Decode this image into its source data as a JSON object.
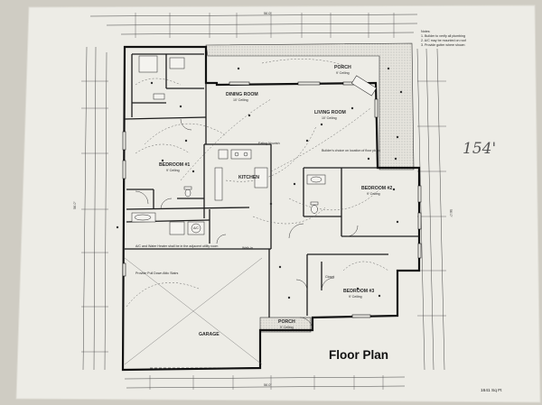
{
  "plan": {
    "title": "Floor Plan",
    "area": "1641 Sq Ft",
    "handwritten_note": "154'",
    "rooms": {
      "porch_top": {
        "name": "PORCH",
        "sub": "9' Ceiling"
      },
      "dining": {
        "name": "DINING ROOM",
        "sub": "10' Ceiling"
      },
      "living": {
        "name": "LIVING ROOM",
        "sub": "10' Ceiling"
      },
      "bedroom1": {
        "name": "BEDROOM #1",
        "sub": "9' Ceiling"
      },
      "kitchen": {
        "name": "KITCHEN",
        "sub": ""
      },
      "bedroom2": {
        "name": "BEDROOM #2",
        "sub": "9' Ceiling"
      },
      "bedroom3": {
        "name": "BEDROOM #3",
        "sub": "9' Ceiling"
      },
      "garage": {
        "name": "GARAGE",
        "sub": ""
      },
      "porch_bottom": {
        "name": "PORCH",
        "sub": "9' Ceiling"
      }
    },
    "overall_dims": {
      "top": "56'-0\"",
      "bottom": "56'-0\"",
      "left": "56'-0\"",
      "right": "56'-0\""
    },
    "notes": [
      "Notes:",
      "1. Builder to verify all plumbing",
      "2. A/C may be mounted on roof",
      "3. Provide gutter where shown"
    ],
    "annotations": {
      "garage_attic": "Provide Pull Down Attic Stairs",
      "ac_note": "A/C and Water Heater shall be in the adjacent utility room",
      "fireplace": "Builder's choice on location of floor plugs",
      "eating": "Eating Nourish",
      "ceiling_ac": "A/C",
      "walkin": "Walk-in",
      "closet": "Closet"
    }
  }
}
